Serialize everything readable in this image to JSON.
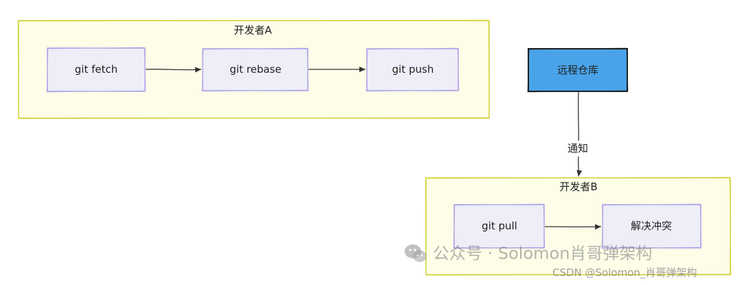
{
  "groups": {
    "developer_a": {
      "title": "开发者A"
    },
    "developer_b": {
      "title": "开发者B"
    }
  },
  "nodes": {
    "git_fetch": "git fetch",
    "git_rebase": "git rebase",
    "git_push": "git push",
    "remote_repo": "远程仓库",
    "git_pull": "git pull",
    "resolve_conflict": "解决冲突"
  },
  "edges": {
    "notify_label": "通知"
  },
  "watermark": {
    "wechat_text": "公众号 · Solomon肖哥弹架构",
    "csdn_text": "CSDN @Solomon_肖哥弹架构"
  },
  "colors": {
    "group_fill": "#fdfde8",
    "group_stroke": "#d2d23a",
    "node_fill": "#eeeef9",
    "node_stroke": "#a99ce6",
    "remote_fill": "#4aa3e8",
    "remote_stroke": "#1e1e1e",
    "edge_stroke": "#333333"
  }
}
